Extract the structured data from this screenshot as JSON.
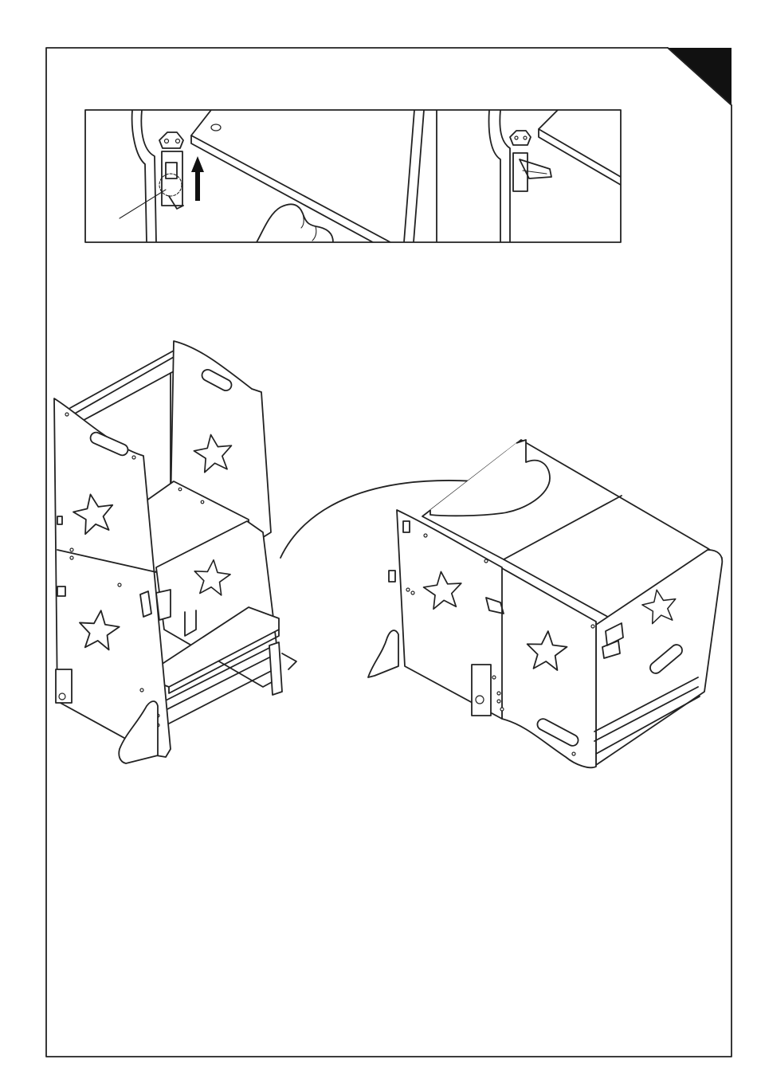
{
  "page": {
    "step_corner_tab": "",
    "instruction_text": ""
  },
  "icons": {
    "latch_detail": "latch-close-up",
    "direction_arrow": "up-arrow",
    "transform_arrow": "curved-arrow"
  },
  "colors": {
    "line": "#222222",
    "background": "#ffffff",
    "corner_tab": "#111111"
  }
}
